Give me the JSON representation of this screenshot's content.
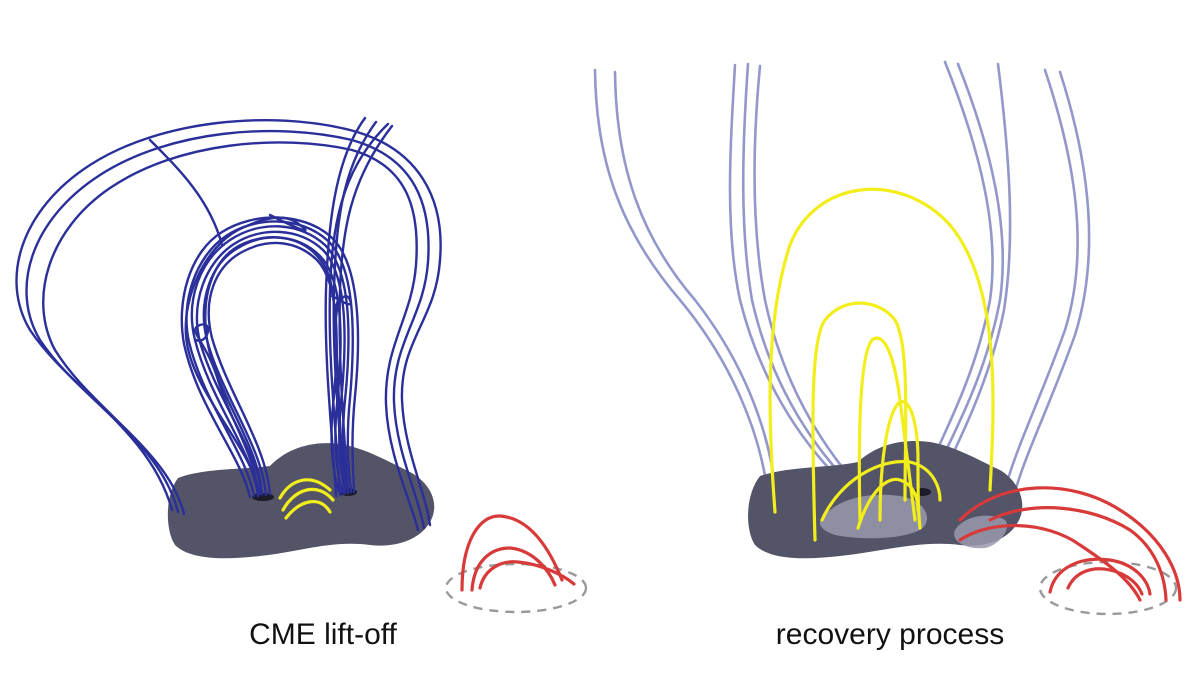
{
  "panels": [
    {
      "id": "left",
      "caption": "CME lift-off"
    },
    {
      "id": "right",
      "caption": "recovery process"
    }
  ],
  "colors": {
    "active_region": "#545468",
    "field_lines": "#2a2f9a",
    "open_field_lines": "#6f74b8",
    "post_flare_loops": "#f2ee1c",
    "neighbor_loops": "#d83a3a",
    "dashed_footprint": "#999999",
    "bright_patches": "#9a9aae"
  }
}
